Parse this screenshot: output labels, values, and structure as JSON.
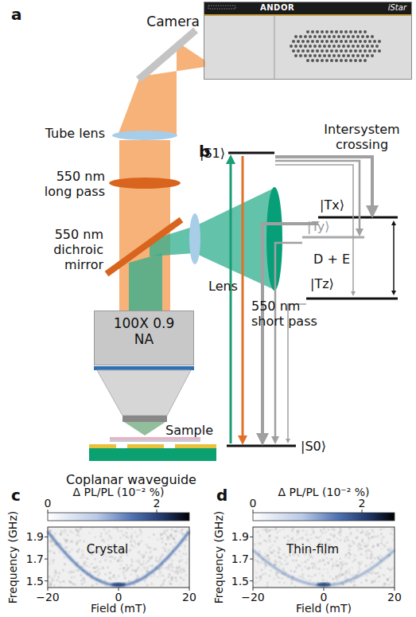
{
  "diagram": {
    "nodes": [
      {
        "text": [
          "Camera",
          "ANDOR",
          "iStar"
        ]
      },
      {
        "text": [
          "100X 0.9 NA"
        ]
      }
    ],
    "labels": [
      "a",
      "Tube lens",
      "550 nm long pass",
      "550 nm dichroic mirror",
      "Lens",
      "550 nm short pass",
      "Sample",
      "Coplanar waveguide",
      "b",
      "|S1⟩",
      "Intersystem crossing",
      "|Tx⟩",
      "|Ty⟩",
      "D + E",
      "|Tz⟩",
      "|S0⟩",
      "c",
      "Δ PL/PL (10⁻² %)",
      "0",
      "2",
      "Frequency (GHz)",
      "1.9",
      "1.7",
      "1.5",
      "Crystal",
      "−20",
      "0",
      "20",
      "Field (mT)",
      "d",
      "Δ PL/PL (10⁻² %)",
      "0",
      "2",
      "Frequency (GHz)",
      "1.9",
      "1.7",
      "1.5",
      "Thin-film",
      "−20",
      "0",
      "20",
      "Field (mT)"
    ]
  }
}
